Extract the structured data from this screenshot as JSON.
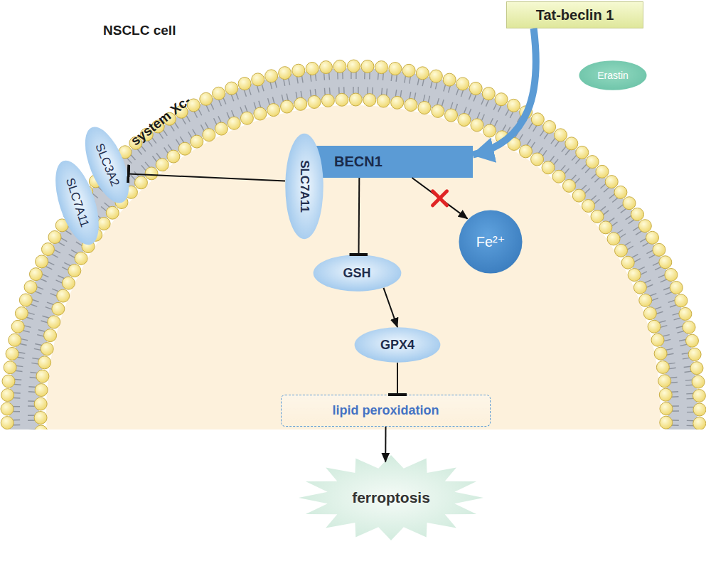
{
  "diagram": {
    "nodes": [
      {
        "text": [
          "Tat-beclin 1"
        ]
      },
      {
        "text": [
          "Erastin"
        ]
      },
      {
        "text": [
          "SLC7A11"
        ]
      },
      {
        "text": [
          "SLC3A2"
        ]
      },
      {
        "text": [
          "SLC7A11"
        ]
      },
      {
        "text": [
          "BECN1"
        ]
      },
      {
        "text": [
          "Fe²⁺"
        ]
      },
      {
        "text": [
          "GSH"
        ]
      },
      {
        "text": [
          "GPX4"
        ]
      },
      {
        "text": [
          "lipid peroxidation"
        ]
      },
      {
        "text": [
          "ferroptosis"
        ]
      }
    ],
    "edges": [
      {
        "from": 0,
        "to": 5,
        "arrow": "to"
      },
      {
        "from": 4,
        "to": 3,
        "arrow": "to"
      },
      {
        "from": 5,
        "to": 7,
        "arrow": "to"
      },
      {
        "from": 5,
        "to": 6,
        "arrow": "to"
      },
      {
        "from": 7,
        "to": 8,
        "arrow": "to"
      },
      {
        "from": 8,
        "to": 9,
        "arrow": "to"
      },
      {
        "from": 9,
        "to": 10,
        "arrow": "to"
      }
    ],
    "labels": [
      "NSCLC cell",
      "system Xc-"
    ]
  }
}
